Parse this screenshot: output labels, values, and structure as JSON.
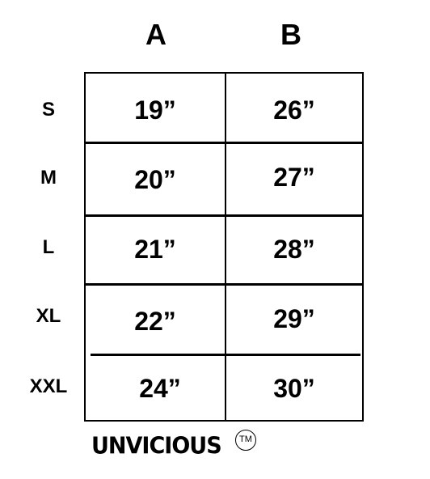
{
  "columns": {
    "a": "A",
    "b": "B"
  },
  "rows": [
    {
      "size": "S",
      "a": "19”",
      "b": "26”"
    },
    {
      "size": "M",
      "a": "20”",
      "b": "27”"
    },
    {
      "size": "L",
      "a": "21”",
      "b": "28”"
    },
    {
      "size": "XL",
      "a": "22”",
      "b": "29”"
    },
    {
      "size": "XXL",
      "a": "24”",
      "b": "30”"
    }
  ],
  "brand": {
    "name": "UNVICIOUS",
    "trademark": "TM"
  }
}
